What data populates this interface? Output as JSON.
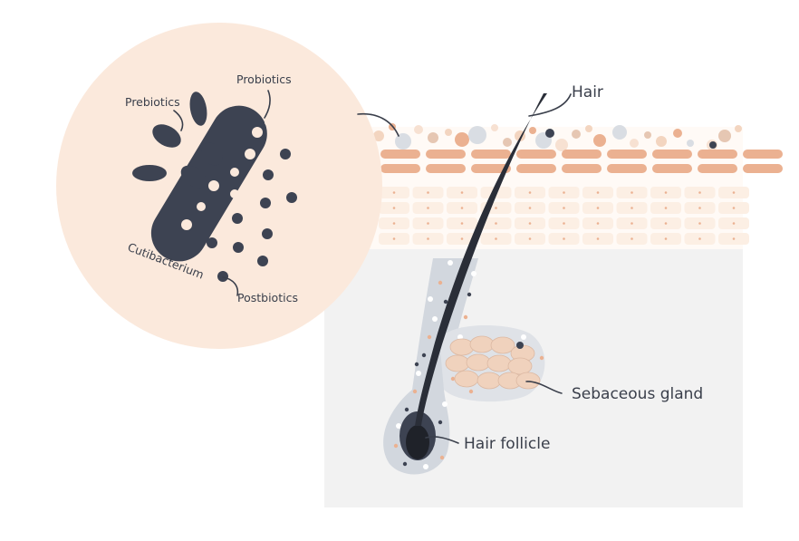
{
  "labels": {
    "hair": "Hair",
    "sebaceous_gland": "Sebaceous gland",
    "hair_follicle": "Hair follicle",
    "probiotics": "Probiotics",
    "prebiotics": "Prebiotics",
    "postbiotics": "Postbiotics",
    "cutibacterium": "Cutibacterium"
  },
  "colors": {
    "dark": "#3d4352",
    "zoom_circle": "#fbe9dc",
    "skin_band": "#ebb191",
    "skin_light": "#fcefe4",
    "dermis": "#f2f2f2",
    "follicle_sheath": "#d2d7de",
    "gland_cell": "#f0d2bd",
    "hair": "#1f2229"
  },
  "icons": [
    "bacterium-icon",
    "prebiotic-particle-icon",
    "postbiotic-dot-icon",
    "hair-strand-icon",
    "sebaceous-gland-icon"
  ]
}
